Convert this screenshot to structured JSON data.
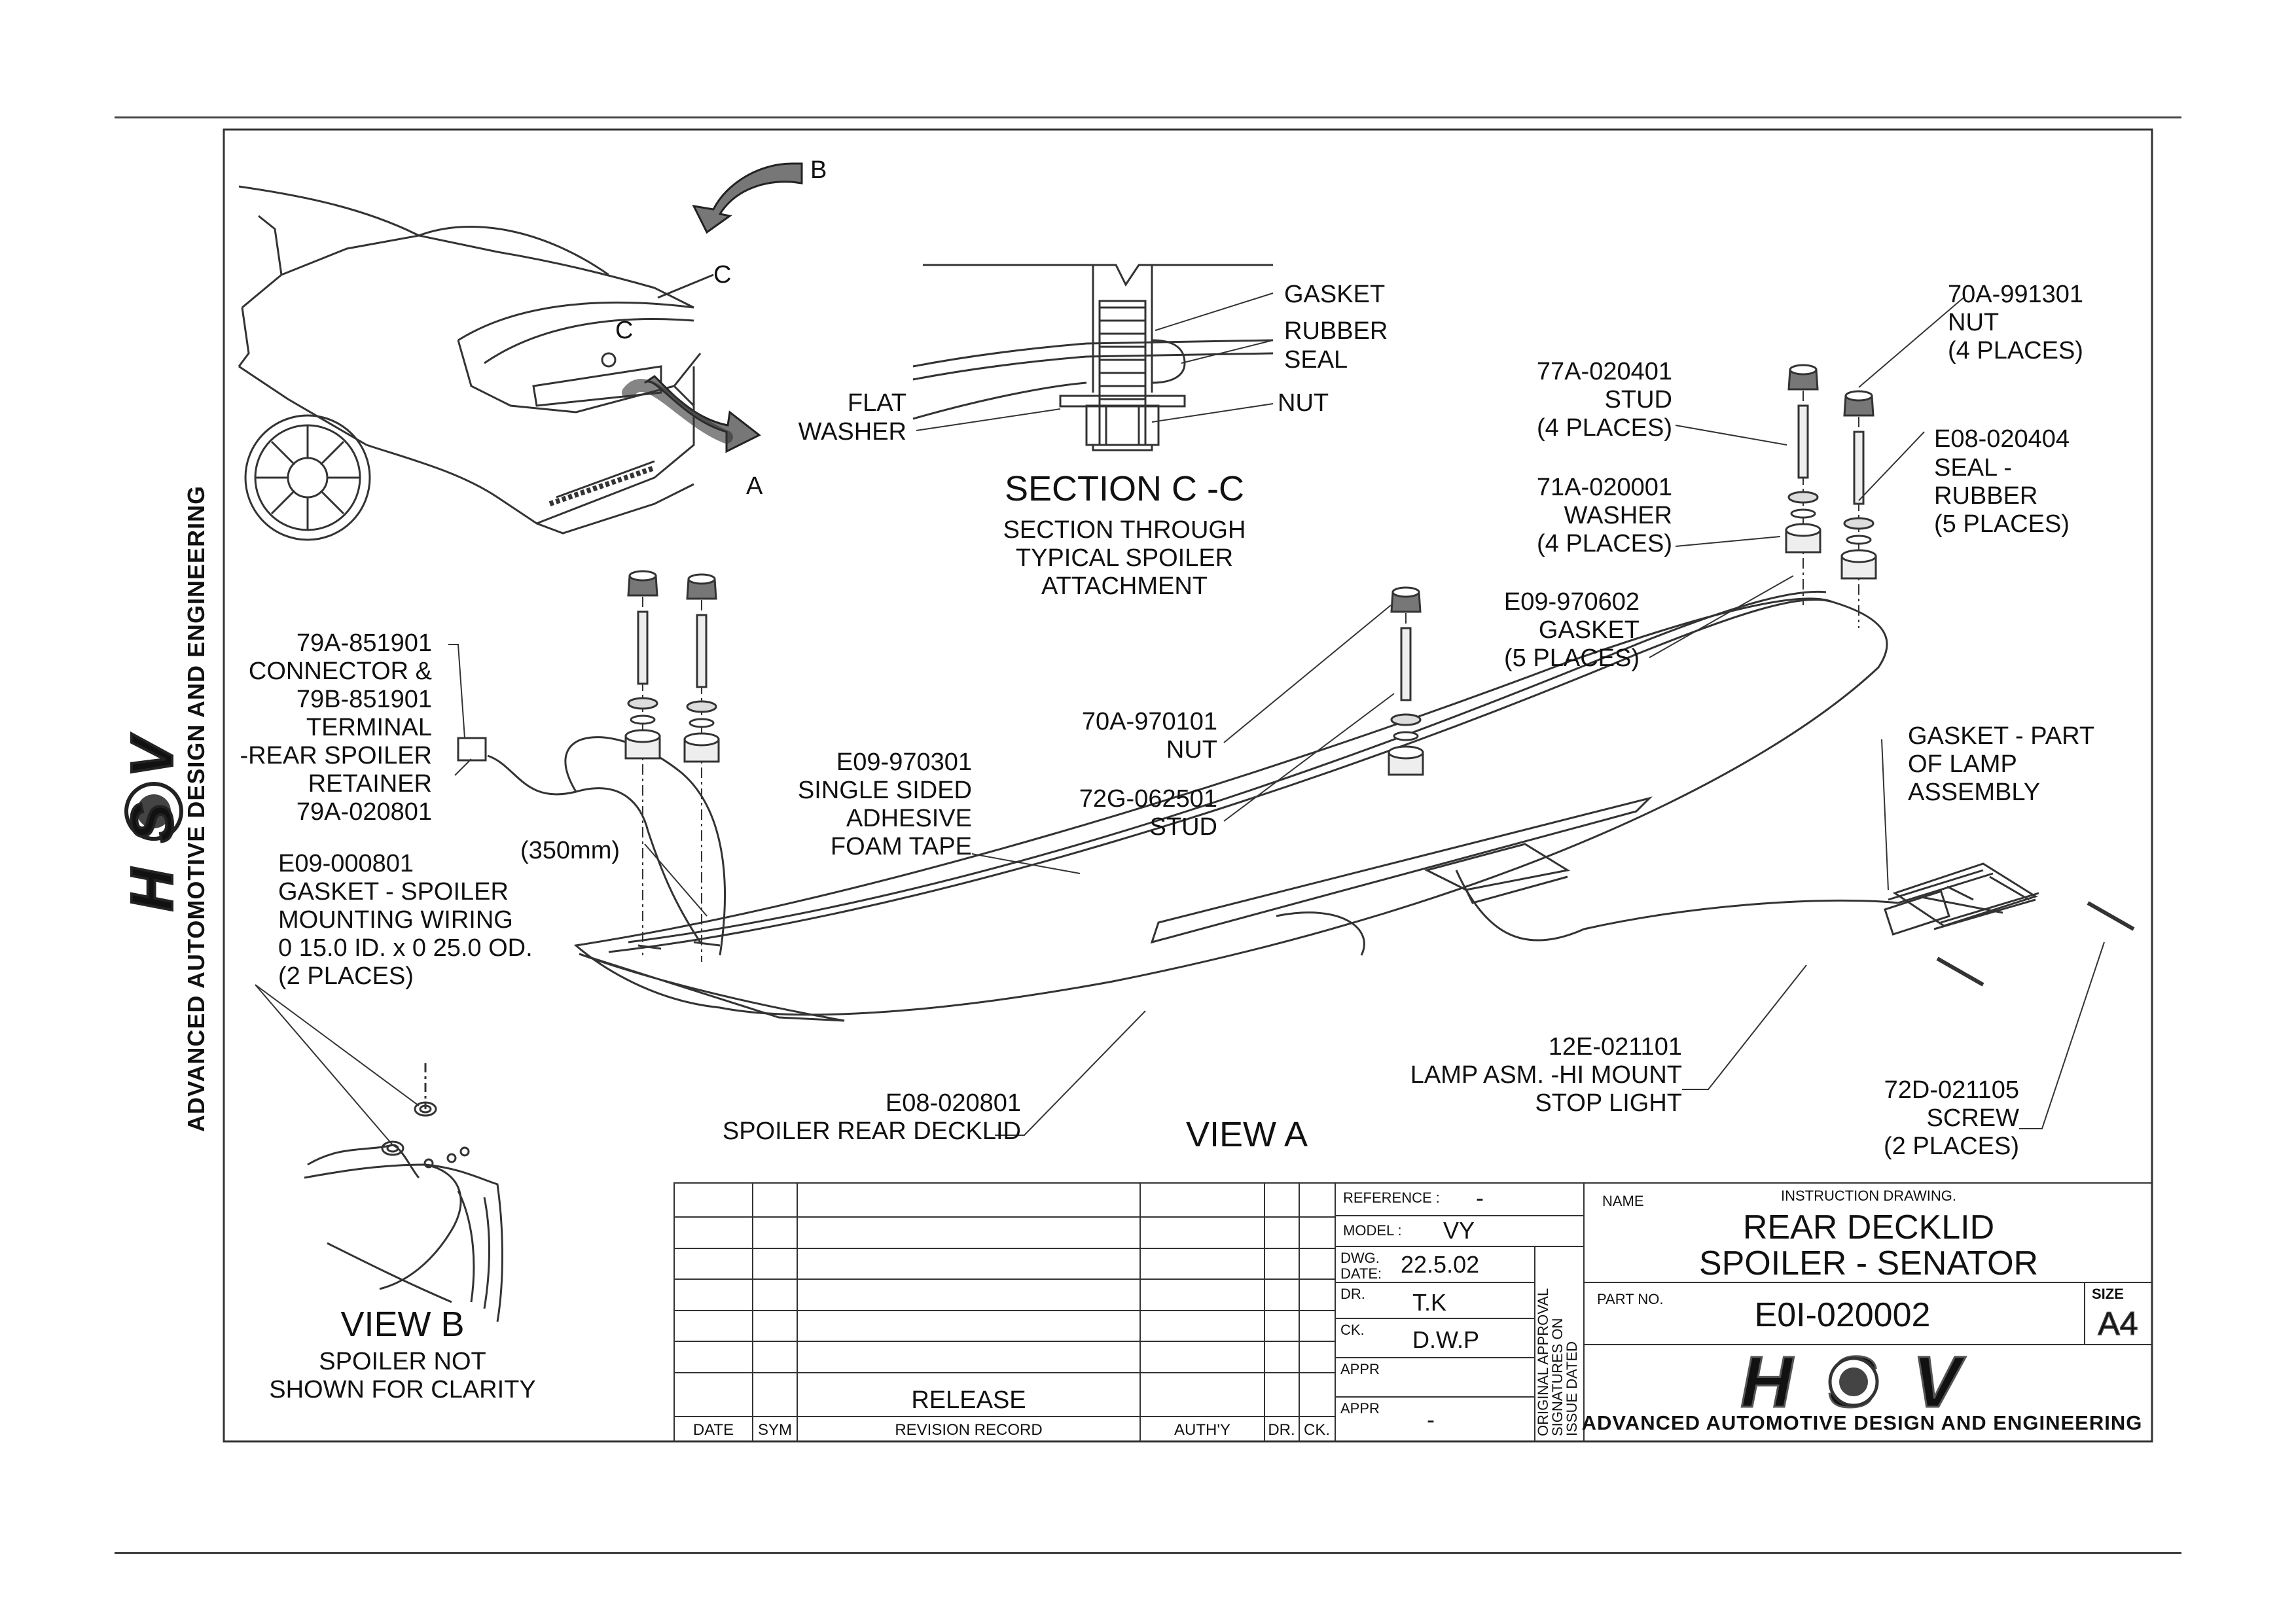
{
  "views": {
    "view_a": "VIEW A",
    "view_b": "VIEW B",
    "view_b_note": [
      "SPOILER NOT",
      "SHOWN FOR CLARITY"
    ],
    "section_title": "SECTION C -C",
    "section_note": [
      "SECTION THROUGH",
      "TYPICAL SPOILER",
      "ATTACHMENT"
    ],
    "markers": {
      "a": "A",
      "b": "B",
      "c": "C"
    }
  },
  "section_labels": {
    "gasket": "GASKET",
    "rubber_seal": [
      "RUBBER",
      "SEAL"
    ],
    "nut": "NUT",
    "flat_washer": [
      "FLAT",
      "WASHER"
    ]
  },
  "callouts": {
    "nut_70a_991301": [
      "70A-991301",
      "NUT",
      "(4 PLACES)"
    ],
    "stud_77a": [
      "77A-020401",
      "STUD",
      "(4 PLACES)"
    ],
    "seal_e08_020404": [
      "E08-020404",
      "SEAL -",
      "RUBBER",
      "(5 PLACES)"
    ],
    "washer_71a": [
      "71A-020001",
      "WASHER",
      "(4 PLACES)"
    ],
    "gasket_e09_970602": [
      "E09-970602",
      "GASKET",
      "(5 PLACES)"
    ],
    "connector": [
      "79A-851901",
      "CONNECTOR &",
      "79B-851901",
      "TERMINAL",
      "-REAR SPOILER",
      "RETAINER",
      "79A-020801"
    ],
    "wire_length": "(350mm)",
    "foam_tape": [
      "E09-970301",
      "SINGLE SIDED",
      "ADHESIVE",
      "FOAM TAPE"
    ],
    "nut_70a_970101": [
      "70A-970101",
      "NUT"
    ],
    "stud_72g": [
      "72G-062501",
      "STUD"
    ],
    "lamp_gasket": [
      "GASKET - PART",
      "OF LAMP",
      "ASSEMBLY"
    ],
    "wiring_gasket": [
      "E09-000801",
      "GASKET - SPOILER",
      "MOUNTING WIRING",
      "0 15.0 ID. x 0 25.0 OD.",
      "(2 PLACES)"
    ],
    "spoiler": [
      "E08-020801",
      "SPOILER REAR DECKLID"
    ],
    "lamp": [
      "12E-021101",
      "LAMP ASM. -HI MOUNT",
      "STOP LIGHT"
    ],
    "screw": [
      "72D-021105",
      "SCREW",
      "(2 PLACES)"
    ]
  },
  "side_banner": "ADVANCED AUTOMOTIVE DESIGN AND ENGINEERING",
  "logo_text": "HSV",
  "title_block": {
    "reference_label": "REFERENCE :",
    "reference_value": "-",
    "model_label": "MODEL :",
    "model_value": "VY",
    "dwg_date_label": [
      "DWG.",
      "DATE:"
    ],
    "dwg_date_value": "22.5.02",
    "dr_label": "DR.",
    "dr_value": "T.K",
    "ck_label": "CK.",
    "ck_value": "D.W.P",
    "appr_label": "APPR",
    "appr2_label": "APPR",
    "appr2_value": "-",
    "approval_note": [
      "ORIGINAL APPROVAL",
      "SIGNATURES ON",
      "ISSUE DATED"
    ],
    "name_label": "NAME",
    "instruction": "INSTRUCTION DRAWING.",
    "title_lines": [
      "REAR DECKLID",
      "SPOILER - SENATOR"
    ],
    "part_no_label": "PART NO.",
    "part_no": "E0I-020002",
    "size_label": "SIZE",
    "size_value": "A4",
    "company": "ADVANCED AUTOMOTIVE DESIGN AND ENGINEERING",
    "revision_headers": [
      "DATE",
      "SYM",
      "REVISION RECORD",
      "AUTH'Y",
      "DR.",
      "CK."
    ],
    "revision_entry": "RELEASE"
  }
}
